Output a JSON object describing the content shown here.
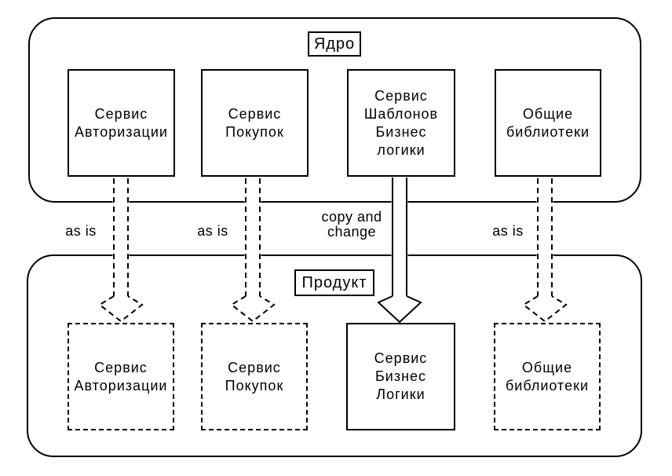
{
  "diagram": {
    "background_color": "#ffffff",
    "stroke_color": "#000000",
    "core": {
      "label": "Ядро",
      "boxes": [
        {
          "id": "auth-service",
          "label": "Сервис\nАвторизации",
          "border": "solid"
        },
        {
          "id": "purchase-service",
          "label": "Сервис\nПокупок",
          "border": "solid"
        },
        {
          "id": "template-bl-service",
          "label": "Сервис\nШаблонов\nБизнес\nлогики",
          "border": "solid"
        },
        {
          "id": "shared-libraries",
          "label": "Общие\nбиблиотеки",
          "border": "solid"
        }
      ]
    },
    "product": {
      "label": "Продукт",
      "boxes": [
        {
          "id": "auth-service",
          "label": "Сервис\nАвторизации",
          "border": "dashed"
        },
        {
          "id": "purchase-service",
          "label": "Сервис\nПокупок",
          "border": "dashed"
        },
        {
          "id": "business-logic",
          "label": "Сервис\nБизнес\nЛогики",
          "border": "solid"
        },
        {
          "id": "shared-libraries",
          "label": "Общие\nбиблиотеки",
          "border": "dashed"
        }
      ]
    },
    "arrows": [
      {
        "label": "as is",
        "style": "dashed",
        "from": "core.auth-service",
        "to": "product.auth-service"
      },
      {
        "label": "as is",
        "style": "dashed",
        "from": "core.purchase-service",
        "to": "product.purchase-service"
      },
      {
        "label": "copy and\nchange",
        "style": "solid",
        "from": "core.template-bl-service",
        "to": "product.business-logic"
      },
      {
        "label": "as is",
        "style": "dashed",
        "from": "core.shared-libraries",
        "to": "product.shared-libraries"
      }
    ]
  }
}
